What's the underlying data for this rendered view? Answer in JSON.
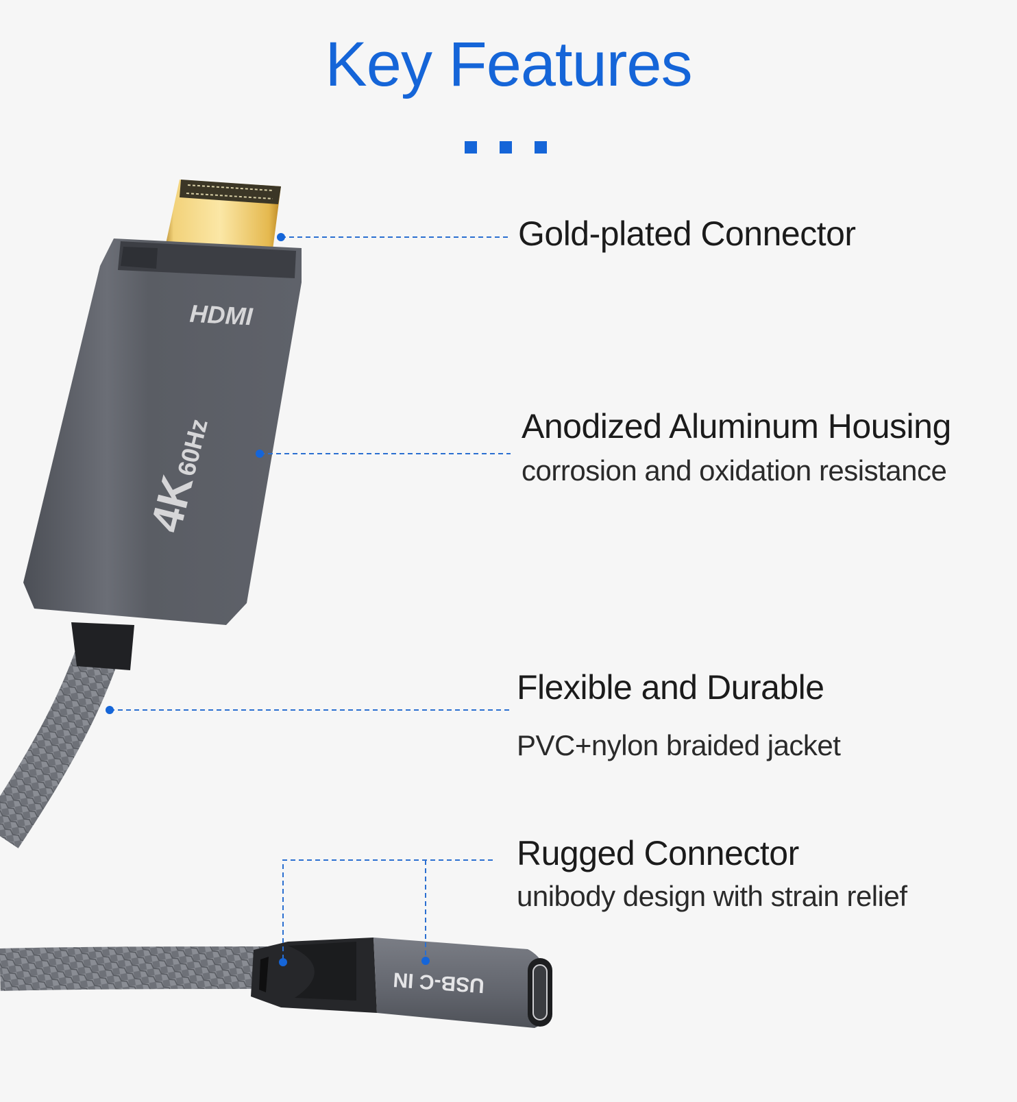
{
  "header": {
    "title": "Key Features",
    "decoration": "three-square-dots"
  },
  "colors": {
    "accent": "#1565d8",
    "background": "#f6f6f6",
    "text": "#1b1b1b",
    "housing": "#5d6068",
    "gold": "#e2b54a",
    "callout_line": "#2a6fd1"
  },
  "product": {
    "hdmi_logo": "HDMI",
    "resolution_label": "4K",
    "refresh_label": "60Hz",
    "usb_label": "USB-C IN"
  },
  "features": [
    {
      "heading": "Gold-plated Connector",
      "subtitle": ""
    },
    {
      "heading": "Anodized Aluminum Housing",
      "subtitle": "corrosion and oxidation resistance"
    },
    {
      "heading": "Flexible and Durable",
      "subtitle": "PVC+nylon braided jacket"
    },
    {
      "heading": "Rugged Connector",
      "subtitle": "unibody design with strain relief"
    }
  ]
}
